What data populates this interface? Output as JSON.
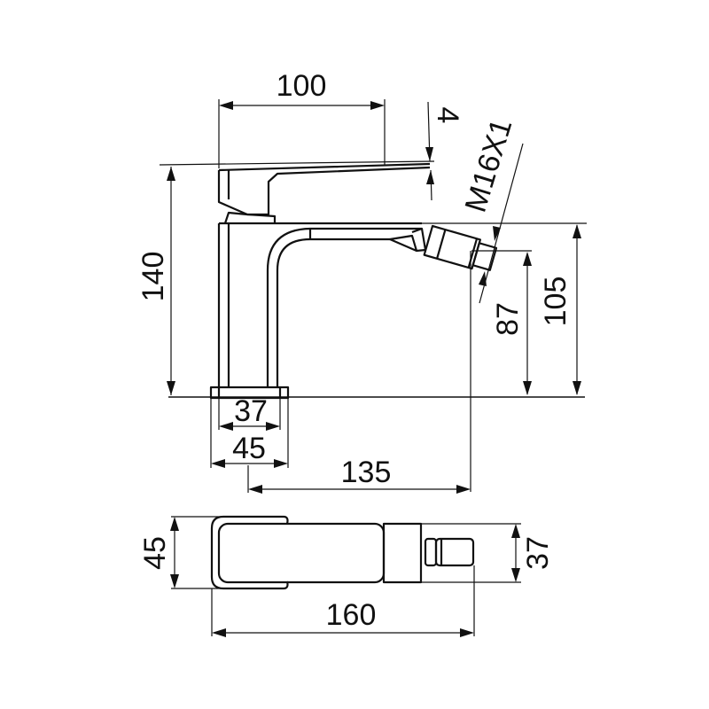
{
  "drawing": {
    "title": "Bidet mixer technical drawing",
    "units": "mm",
    "views": [
      "side-view",
      "top-view"
    ],
    "colors": {
      "line": "#111111",
      "background": "#ffffff"
    }
  },
  "dimensions": {
    "handle_length": "100",
    "handle_offset": "4",
    "thread": "M16X1",
    "total_height": "140",
    "outlet_height_low": "87",
    "outlet_height_high": "105",
    "base_inner_width": "37",
    "base_outer_width": "45",
    "spout_reach": "135",
    "top_width": "45",
    "top_body_width": "37",
    "total_length": "160"
  }
}
